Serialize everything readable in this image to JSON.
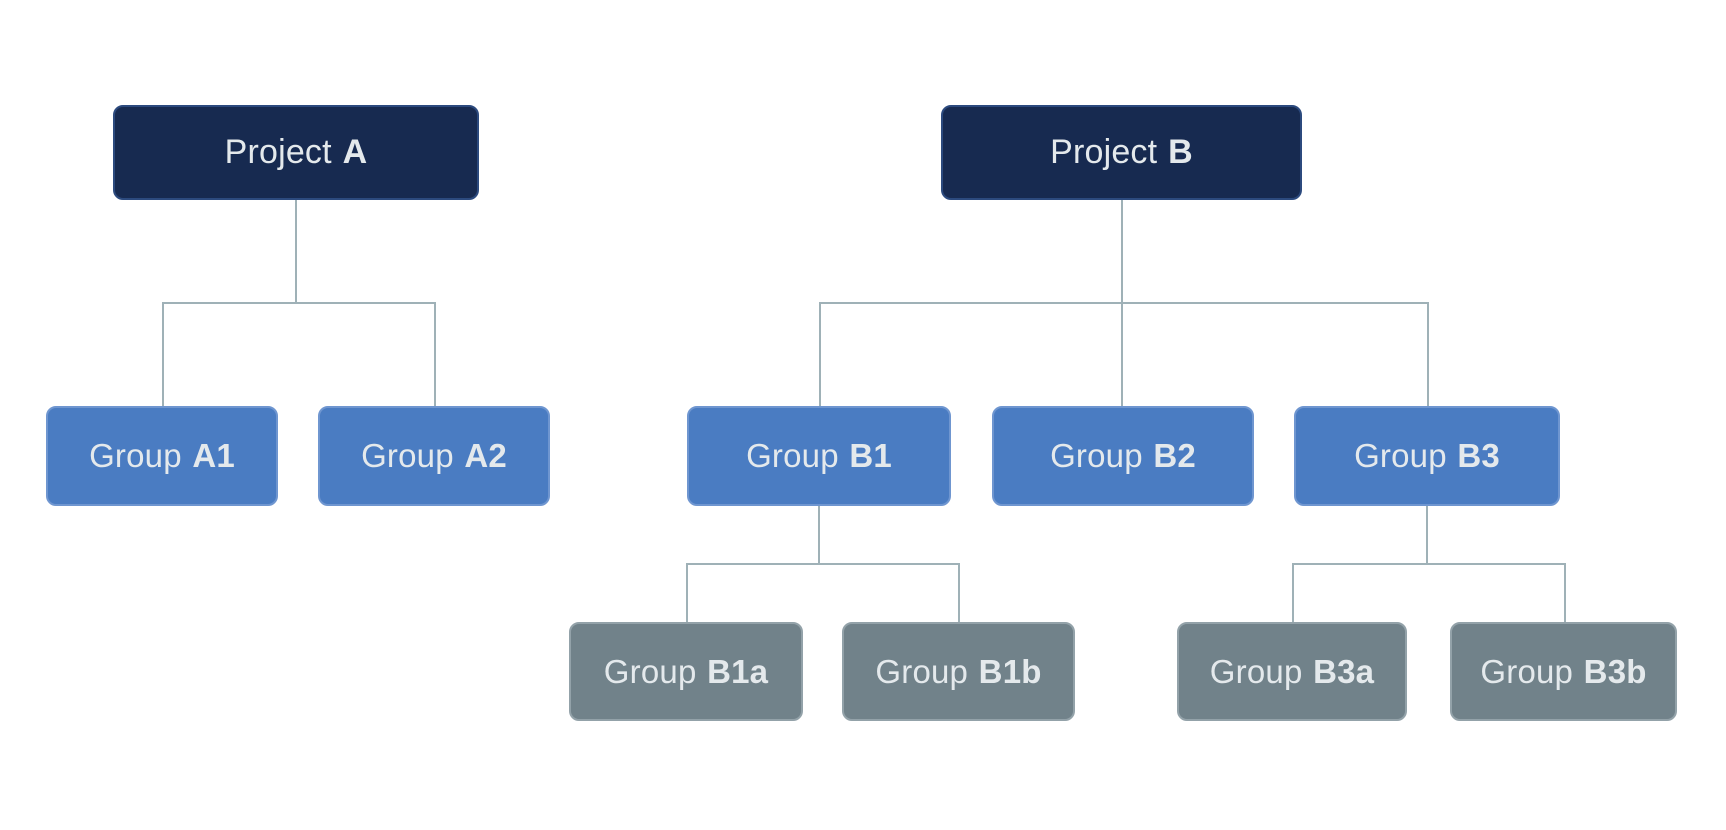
{
  "diagram": {
    "type": "tree",
    "title": "",
    "nodes": [
      {
        "id": "project-a",
        "prefix": "Project",
        "suffix": "A",
        "level": "project",
        "parent": null
      },
      {
        "id": "project-b",
        "prefix": "Project",
        "suffix": "B",
        "level": "project",
        "parent": null
      },
      {
        "id": "group-a1",
        "prefix": "Group",
        "suffix": "A1",
        "level": "group",
        "parent": "project-a"
      },
      {
        "id": "group-a2",
        "prefix": "Group",
        "suffix": "A2",
        "level": "group",
        "parent": "project-a"
      },
      {
        "id": "group-b1",
        "prefix": "Group",
        "suffix": "B1",
        "level": "group",
        "parent": "project-b"
      },
      {
        "id": "group-b2",
        "prefix": "Group",
        "suffix": "B2",
        "level": "group",
        "parent": "project-b"
      },
      {
        "id": "group-b3",
        "prefix": "Group",
        "suffix": "B3",
        "level": "group",
        "parent": "project-b"
      },
      {
        "id": "group-b1a",
        "prefix": "Group",
        "suffix": "B1a",
        "level": "subgroup",
        "parent": "group-b1"
      },
      {
        "id": "group-b1b",
        "prefix": "Group",
        "suffix": "B1b",
        "level": "subgroup",
        "parent": "group-b1"
      },
      {
        "id": "group-b3a",
        "prefix": "Group",
        "suffix": "B3a",
        "level": "subgroup",
        "parent": "group-b3"
      },
      {
        "id": "group-b3b",
        "prefix": "Group",
        "suffix": "B3b",
        "level": "subgroup",
        "parent": "group-b3"
      }
    ]
  },
  "colors": {
    "canvas-bg": "#ffffff",
    "project-fill": "#172a50",
    "project-border": "#2c4a7e",
    "group-fill": "#4a7cc2",
    "group-border": "#6f96d0",
    "subgroup-fill": "#71828a",
    "subgroup-border": "#93a2a9",
    "text-light": "#e4e9ec",
    "line-color": "#9fb1b7"
  }
}
